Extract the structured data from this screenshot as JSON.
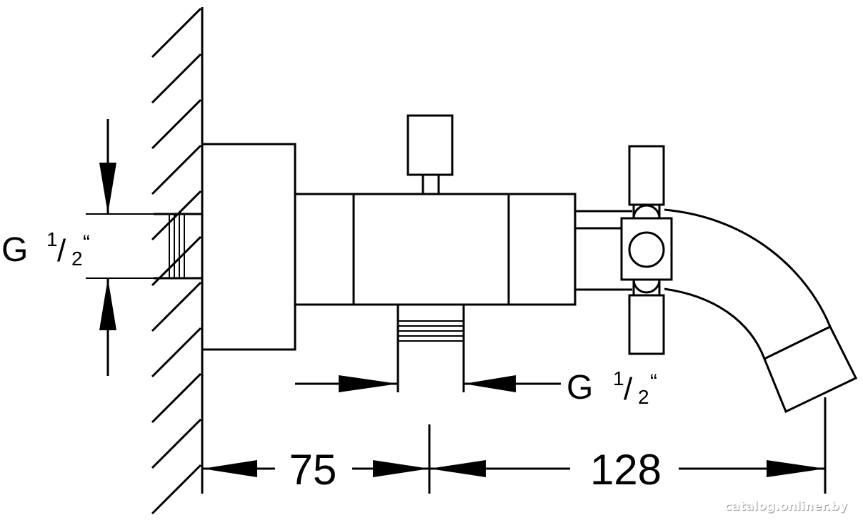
{
  "dimensions": {
    "inlet_thread": {
      "letter": "G",
      "num": "1",
      "slash": "/",
      "den": "2",
      "mark": "“"
    },
    "outlet_thread": {
      "letter": "G",
      "num": "1",
      "slash": "/",
      "den": "2",
      "mark": "“"
    },
    "length_wall_to_outlet": "75",
    "length_outlet_to_spout": "128"
  },
  "watermark": "catalog.onliner.by"
}
